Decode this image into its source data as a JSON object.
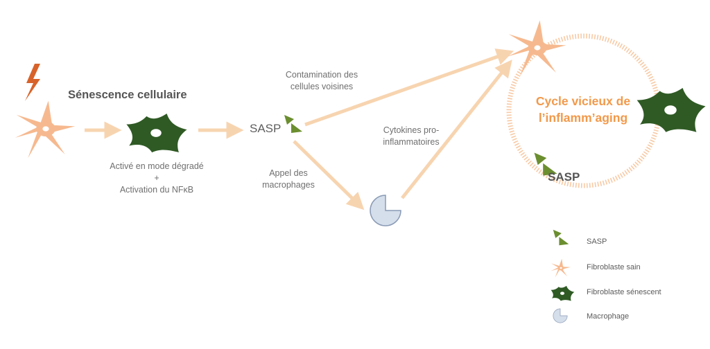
{
  "title": "Sénescence cellulaire",
  "labels": {
    "degraded_line1": "Activé en mode dégradé",
    "plus": "+",
    "degraded_line2": "Activation du NFκB",
    "sasp_left": "SASP",
    "contamination_line1": "Contamination des",
    "contamination_line2": "cellules voisines",
    "macrophage_call_line1": "Appel des",
    "macrophage_call_line2": "macrophages",
    "cytokines_line1": "Cytokines pro-",
    "cytokines_line2": "inflammatoires",
    "cycle_line1": "Cycle vicieux de",
    "cycle_line2": "l’inflamm’aging",
    "sasp_right": "SASP"
  },
  "legend": [
    {
      "icon": "sasp-triangles-icon",
      "label": "SASP"
    },
    {
      "icon": "healthy-fibroblast-icon",
      "label": "Fibroblaste sain"
    },
    {
      "icon": "senescent-fibroblast-icon",
      "label": "Fibroblaste sénescent"
    },
    {
      "icon": "macrophage-icon",
      "label": "Macrophage"
    }
  ],
  "colors": {
    "healthy_fibroblast": "#f6b98f",
    "senescent_fibroblast": "#2f5a24",
    "sasp_green": "#6b8e2f",
    "macrophage_fill": "#d5deeb",
    "macrophage_stroke": "#8a9bb5",
    "arrow": "#f7d4b0",
    "cycle_text": "#f2994a",
    "lightning": "#d8632a"
  }
}
